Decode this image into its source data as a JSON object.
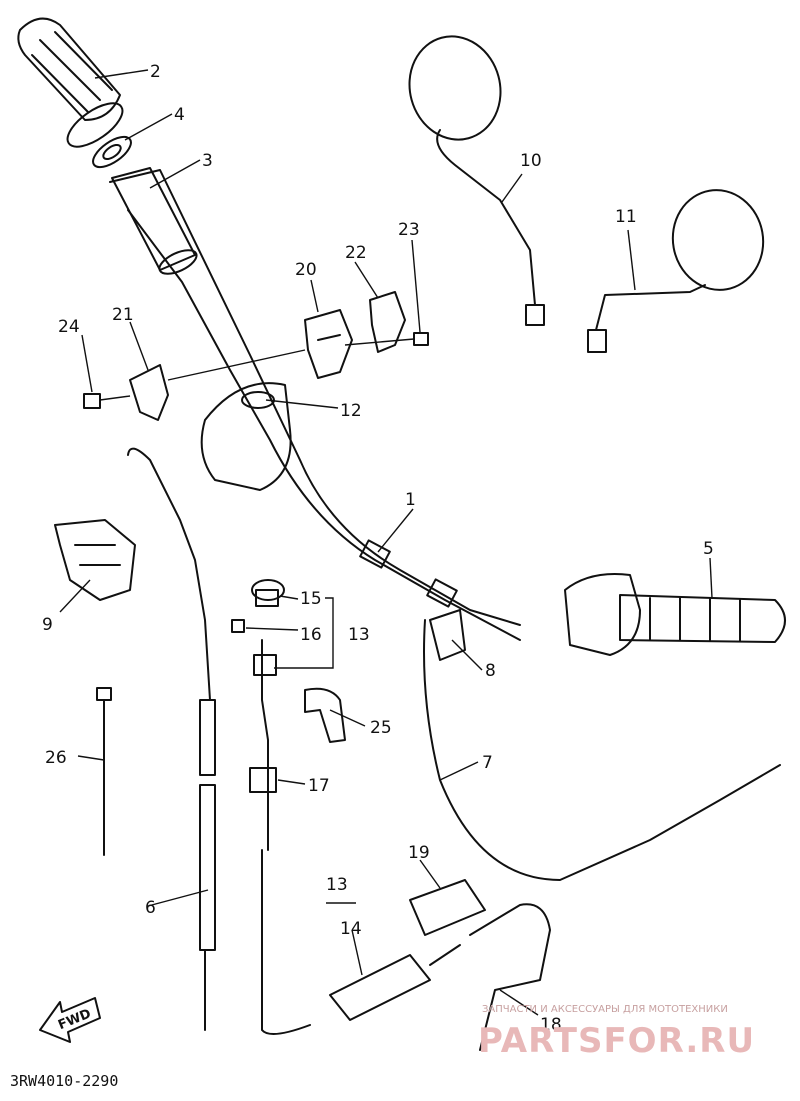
{
  "parts": [
    {
      "id": "p1",
      "label": "1"
    },
    {
      "id": "p2",
      "label": "2"
    },
    {
      "id": "p3",
      "label": "3"
    },
    {
      "id": "p4",
      "label": "4"
    },
    {
      "id": "p5",
      "label": "5"
    },
    {
      "id": "p6",
      "label": "6"
    },
    {
      "id": "p7",
      "label": "7"
    },
    {
      "id": "p8",
      "label": "8"
    },
    {
      "id": "p9",
      "label": "9"
    },
    {
      "id": "p10",
      "label": "10"
    },
    {
      "id": "p11",
      "label": "11"
    },
    {
      "id": "p12",
      "label": "12"
    },
    {
      "id": "p13a",
      "label": "13"
    },
    {
      "id": "p13b",
      "label": "13"
    },
    {
      "id": "p14",
      "label": "14"
    },
    {
      "id": "p15",
      "label": "15"
    },
    {
      "id": "p16",
      "label": "16"
    },
    {
      "id": "p17",
      "label": "17"
    },
    {
      "id": "p18",
      "label": "18"
    },
    {
      "id": "p19",
      "label": "19"
    },
    {
      "id": "p20",
      "label": "20"
    },
    {
      "id": "p21",
      "label": "21"
    },
    {
      "id": "p22",
      "label": "22"
    },
    {
      "id": "p23",
      "label": "23"
    },
    {
      "id": "p24",
      "label": "24"
    },
    {
      "id": "p25",
      "label": "25"
    },
    {
      "id": "p26",
      "label": "26"
    }
  ],
  "fwd_label": "FWD",
  "diagram_code": "3RW4010-2290",
  "watermark": {
    "tagline": "ЗАПЧАСТИ И АКСЕССУАРЫ ДЛЯ МОТОТЕХНИКИ",
    "brand": "PARTSFOR.RU"
  },
  "colors": {
    "line": "#111111",
    "watermark": "#e8b8b8"
  }
}
